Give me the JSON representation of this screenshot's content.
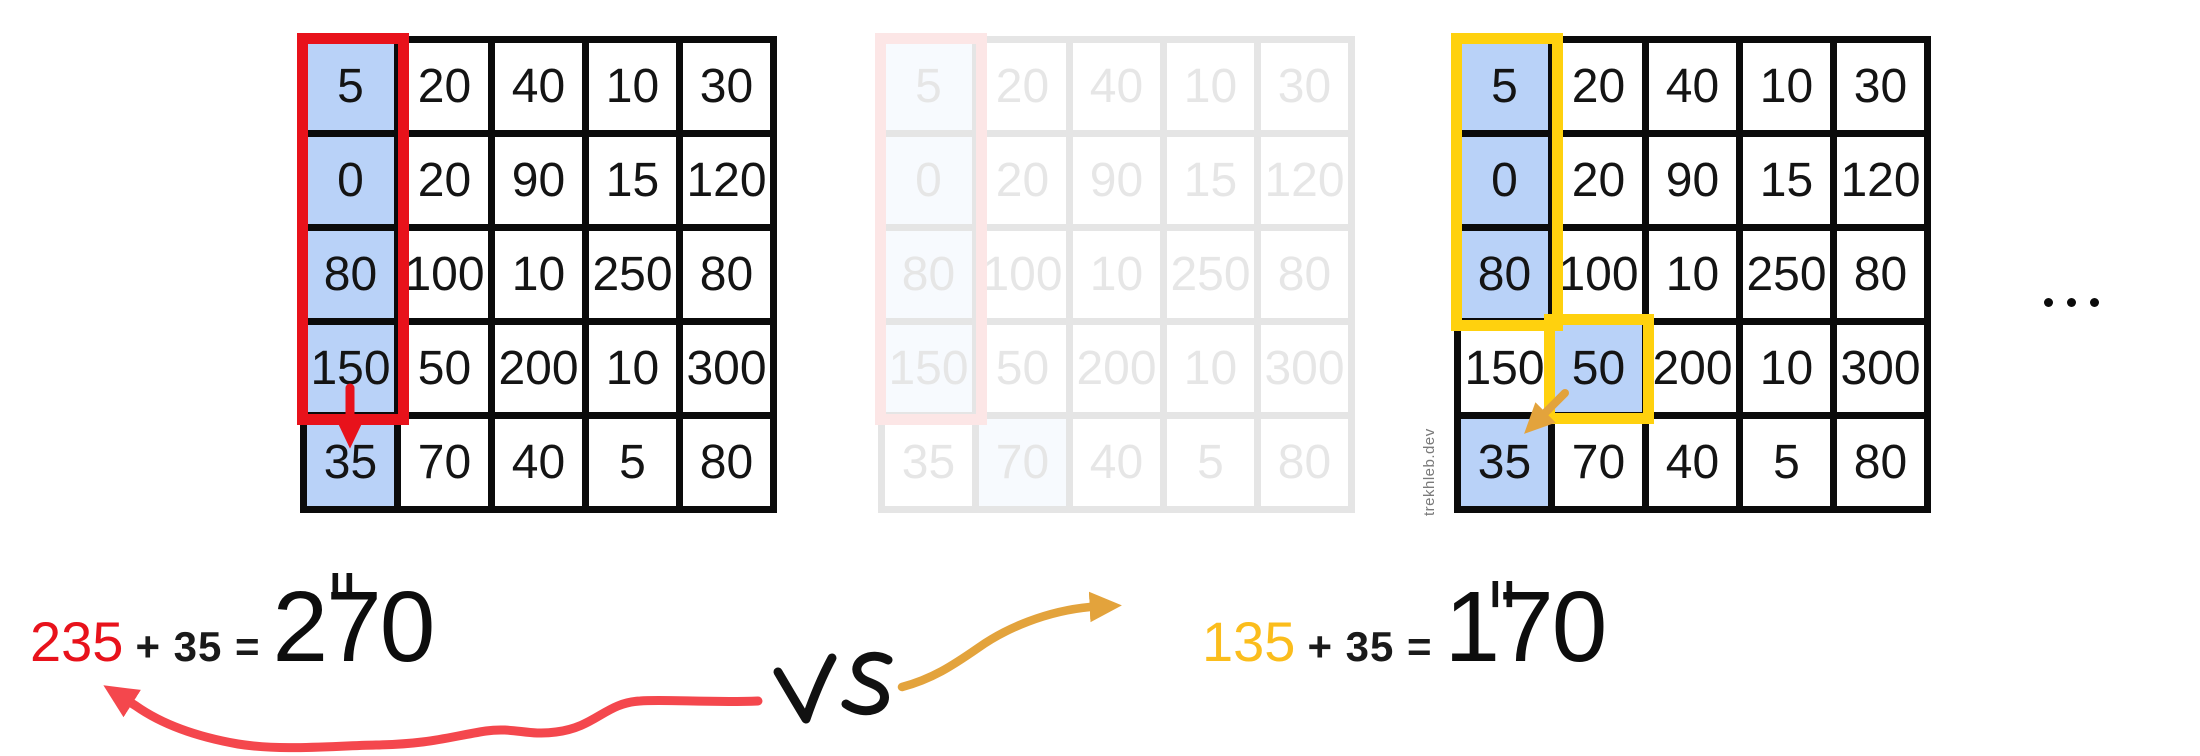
{
  "figure": {
    "description": "Comparison of two path sums on a number grid (greedy vs alternative path)",
    "watermark": "trekhleb.dev",
    "ellipsis_label": "...",
    "vs_label": "vs"
  },
  "grid": {
    "values": [
      [
        "5",
        "20",
        "40",
        "10",
        "30"
      ],
      [
        "0",
        "20",
        "90",
        "15",
        "120"
      ],
      [
        "80",
        "100",
        "10",
        "250",
        "80"
      ],
      [
        "150",
        "50",
        "200",
        "10",
        "300"
      ],
      [
        "35",
        "70",
        "40",
        "5",
        "80"
      ]
    ],
    "instances": [
      {
        "id": "left",
        "outline": "red-column-rows-1-4",
        "outline_color": "#e8121b",
        "highlight_cells": [
          [
            0,
            0
          ],
          [
            1,
            0
          ],
          [
            2,
            0
          ],
          [
            3,
            0
          ],
          [
            4,
            0
          ]
        ],
        "arrow": "red-down-from-150-to-35",
        "faded": false
      },
      {
        "id": "middle",
        "outline": "red-column-rows-1-4",
        "outline_color": "#e8121b",
        "highlight_cells": [
          [
            0,
            0
          ],
          [
            1,
            0
          ],
          [
            2,
            0
          ],
          [
            3,
            0
          ],
          [
            4,
            1
          ]
        ],
        "arrow": "none",
        "faded": true
      },
      {
        "id": "right",
        "outline": "yellow-rows-1-3-plus-cell-50",
        "outline_color": "#ffd10e",
        "highlight_cells": [
          [
            0,
            0
          ],
          [
            1,
            0
          ],
          [
            2,
            0
          ],
          [
            3,
            1
          ],
          [
            4,
            0
          ]
        ],
        "arrow": "orange-diagonal-from-50-to-35",
        "faded": false
      }
    ]
  },
  "formulas": {
    "left": {
      "equals_rotated": "=",
      "path_sum": "235",
      "middle": "+ 35 =",
      "total": "270",
      "path_sum_color": "#e8121b"
    },
    "right": {
      "equals_rotated": "=",
      "path_sum": "135",
      "middle": "+ 35 =",
      "total": "170",
      "path_sum_color": "#fbbd1c"
    }
  },
  "colors": {
    "cell_highlight_blue": "#b9d2f8",
    "grid_line_black": "#0b0b0b",
    "red_outline": "#e8121b",
    "yellow_outline": "#ffd10e",
    "orange_arrow": "#e3a33c",
    "squiggle_red": "#f4474d",
    "watermark_gray": "#7a7a7a"
  }
}
